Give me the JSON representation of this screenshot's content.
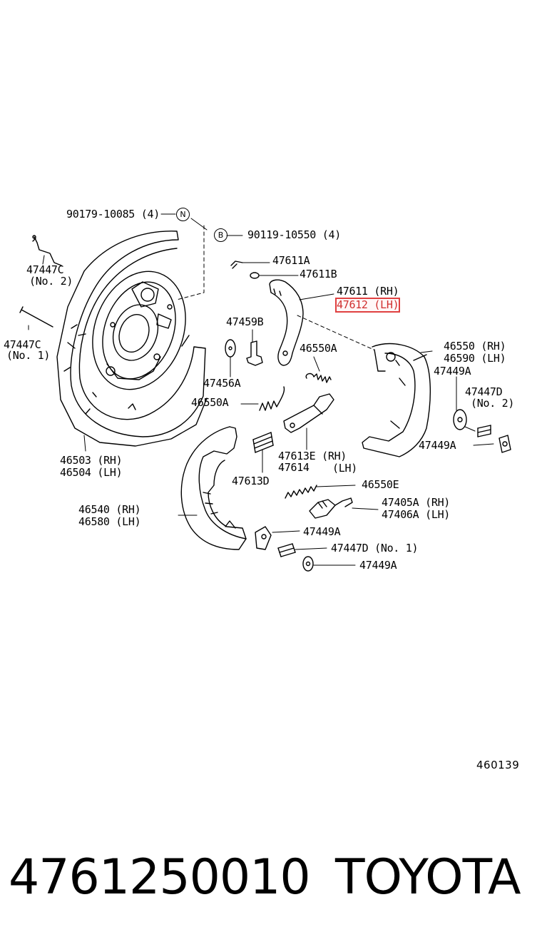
{
  "diagram_ref": "460139",
  "footer": {
    "part_number": "4761250010",
    "brand": "TOYOTA"
  },
  "markers": {
    "n": "N",
    "b": "B"
  },
  "labels": {
    "l90179": "90179-10085 (4)",
    "l90119": "90119-10550 (4)",
    "l47611A": "47611A",
    "l47611B": "47611B",
    "l47611": "47611 (RH)",
    "l47612": "47612 (LH)",
    "l47459B": "47459B",
    "l46550A_a": "46550A",
    "l47447C2_a": "47447C",
    "l47447C2_b": "(No. 2)",
    "l47447C1_a": "47447C",
    "l47447C1_b": "(No. 1)",
    "l47456A": "47456A",
    "l46550A_b": "46550A",
    "l46550": "46550 (RH)",
    "l46590": "46590 (LH)",
    "l47449A_a": "47449A",
    "l47447D2_a": "47447D",
    "l47447D2_b": "(No. 2)",
    "l47449A_b": "47449A",
    "l46503": "46503 (RH)",
    "l46504": "46504 (LH)",
    "l47613E": "47613E (RH)",
    "l47614": "47614",
    "l47614lh": "(LH)",
    "l47613D": "47613D",
    "l46550E": "46550E",
    "l47405A": "47405A (RH)",
    "l47406A": "47406A (LH)",
    "l46540": "46540 (RH)",
    "l46580": "46580 (LH)",
    "l47449A_c": "47449A",
    "l47447D1": "47447D (No. 1)",
    "l47449A_d": "47449A"
  }
}
